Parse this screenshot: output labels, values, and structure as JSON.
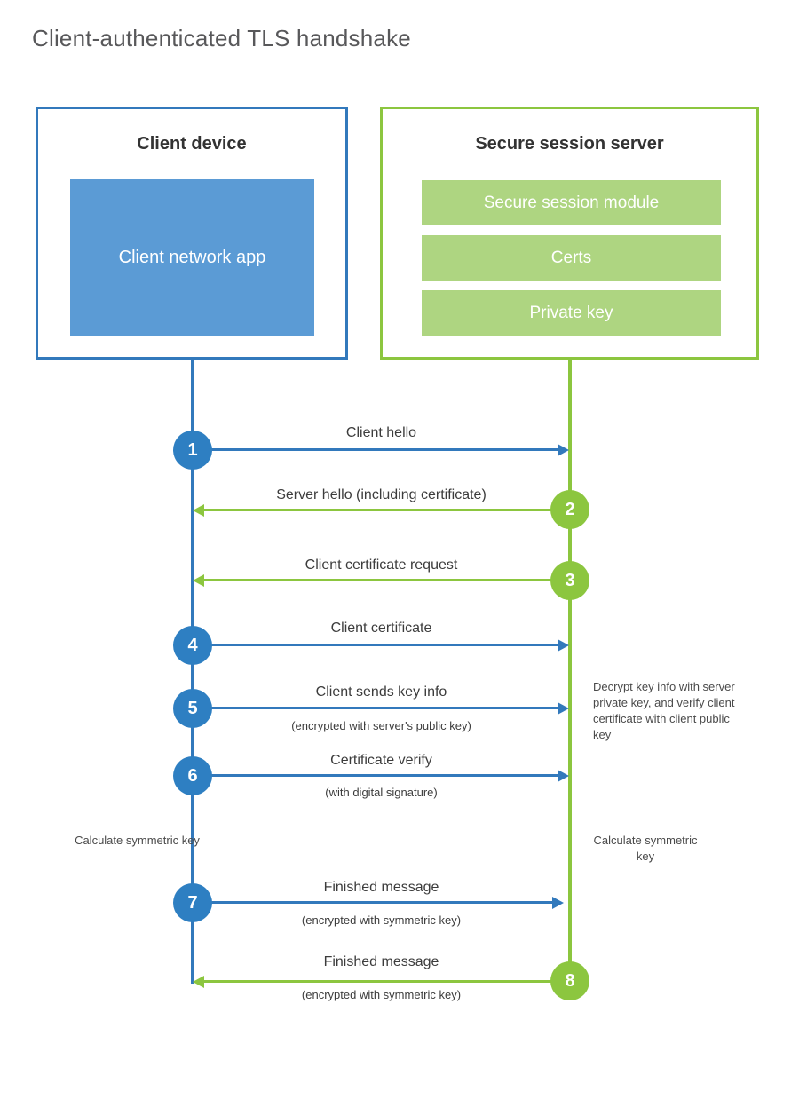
{
  "title": "Client-authenticated TLS handshake",
  "colors": {
    "client_blue": "#3279bc",
    "client_app_fill": "#5b9bd5",
    "server_green": "#8cc63f",
    "server_module_fill": "#aed581",
    "circle_blue": "#2e7fc2",
    "text": "#3c3c3c",
    "title_text": "#58585a"
  },
  "client": {
    "title": "Client device",
    "app_label": "Client network app"
  },
  "server": {
    "title": "Secure session server",
    "modules": [
      {
        "label": "Secure session module"
      },
      {
        "label": "Certs"
      },
      {
        "label": "Private key"
      }
    ]
  },
  "steps": [
    {
      "number": "1",
      "side": "client",
      "direction": "to-server",
      "label": "Client hello",
      "sublabel": ""
    },
    {
      "number": "2",
      "side": "server",
      "direction": "to-client",
      "label": "Server hello (including certificate)",
      "sublabel": ""
    },
    {
      "number": "3",
      "side": "server",
      "direction": "to-client",
      "label": "Client certificate request",
      "sublabel": ""
    },
    {
      "number": "4",
      "side": "client",
      "direction": "to-server",
      "label": "Client certificate",
      "sublabel": ""
    },
    {
      "number": "5",
      "side": "client",
      "direction": "to-server",
      "label": "Client sends key info",
      "sublabel": "(encrypted with server's public key)"
    },
    {
      "number": "6",
      "side": "client",
      "direction": "to-server",
      "label": "Certificate verify",
      "sublabel": "(with digital signature)"
    },
    {
      "number": "7",
      "side": "client",
      "direction": "to-server",
      "label": "Finished message",
      "sublabel": "(encrypted with symmetric key)"
    },
    {
      "number": "8",
      "side": "server",
      "direction": "to-client",
      "label": "Finished message",
      "sublabel": "(encrypted with symmetric key)"
    }
  ],
  "notes": {
    "server_decrypt": "Decrypt key info with server private key, and verify client certificate with client public key",
    "client_calculate": "Calculate symmetric key",
    "server_calculate": "Calculate symmetric key"
  }
}
